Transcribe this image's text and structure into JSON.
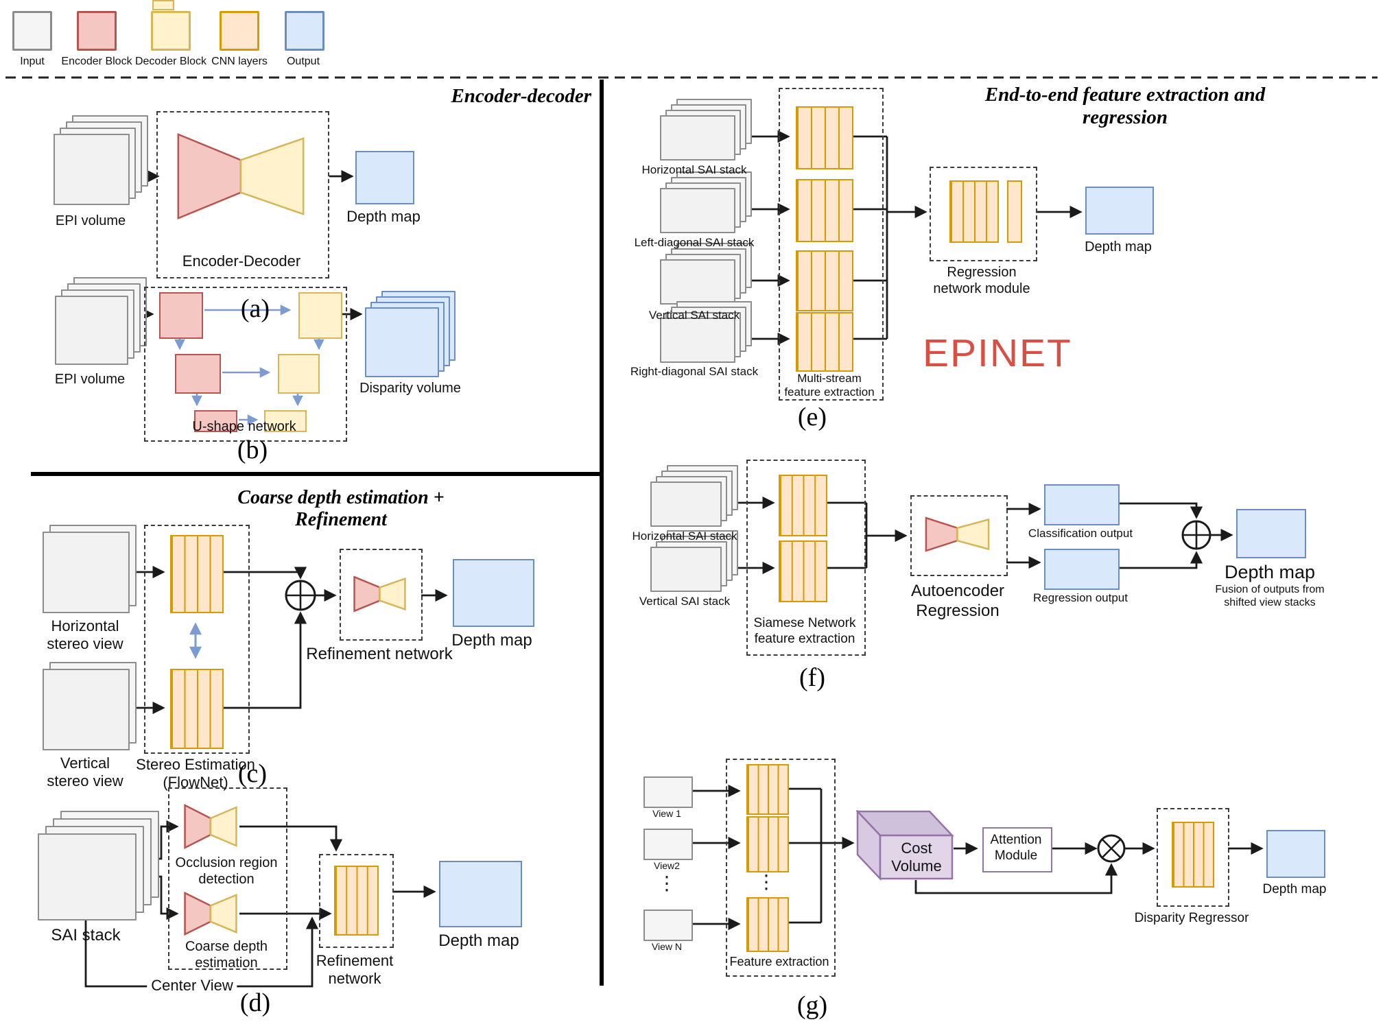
{
  "palette": {
    "input_fill": "#f5f5f5",
    "input_stroke": "#8c8c8c",
    "encoder_fill": "#f4c7c3",
    "encoder_stroke": "#b85450",
    "decoder_fill": "#fff2cc",
    "decoder_stroke": "#d6b656",
    "cnn_fill": "#ffe6cc",
    "cnn_stroke": "#d79b00",
    "output_fill": "#dae8fc",
    "output_stroke": "#6c8ebf",
    "purple_fill": "#e1d5e7",
    "purple_stroke": "#9673a6",
    "blue_arrow": "#7b9bd2",
    "epinet_red": "#d94f43"
  },
  "legend": {
    "items": [
      {
        "label": "Input"
      },
      {
        "label": "Encoder Block"
      },
      {
        "label": "Decoder Block"
      },
      {
        "label": "CNN layers"
      },
      {
        "label": "Output"
      }
    ]
  },
  "titles": {
    "left_top": "Encoder-decoder",
    "left_mid": "Coarse depth estimation + Refinement",
    "right": "End-to-end feature extraction and regression"
  },
  "panels": {
    "a": {
      "input": "EPI volume",
      "box": "Encoder-Decoder",
      "output": "Depth map",
      "tag": "(a)"
    },
    "b": {
      "input": "EPI volume",
      "box": "U-shape network",
      "output": "Disparity volume",
      "tag": "(b)"
    },
    "c": {
      "input_top": "Horizontal\nstereo view",
      "input_bottom": "Vertical\nstereo view",
      "box": "Stereo Estimation\n(FlowNet)",
      "refine": "Refinement network",
      "output": "Depth map",
      "tag": "(c)"
    },
    "d": {
      "input": "SAI stack",
      "occlusion": "Occlusion region\ndetection",
      "coarse": "Coarse depth\nestimation",
      "refine": "Refinement\nnetwork",
      "center_view": "Center View",
      "output": "Depth map",
      "tag": "(d)"
    },
    "e": {
      "stack1": "Horizontal SAI stack",
      "stack2": "Left-diagonal SAI stack",
      "stack3": "Vertical SAI stack",
      "stack4": "Right-diagonal SAI stack",
      "box": "Multi-stream\nfeature extraction",
      "regression": "Regression\nnetwork module",
      "output": "Depth map",
      "watermark": "EPINET",
      "tag": "(e)"
    },
    "f": {
      "stack1": "Horizontal SAI stack",
      "stack2": "Vertical SAI stack",
      "box": "Siamese Network\nfeature extraction",
      "auto": "Autoencoder\nRegression",
      "cls": "Classification output",
      "reg": "Regression output",
      "output": "Depth map",
      "fusion": "Fusion of outputs from\nshifted view stacks",
      "tag": "(f)"
    },
    "g": {
      "view1": "View 1",
      "view2": "View2",
      "viewn": "View N",
      "dots": "⋮",
      "box": "Feature extraction",
      "cost": "Cost\nVolume",
      "attention": "Attention\nModule",
      "disparity": "Disparity Regressor",
      "output": "Depth map",
      "tag": "(g)"
    }
  }
}
